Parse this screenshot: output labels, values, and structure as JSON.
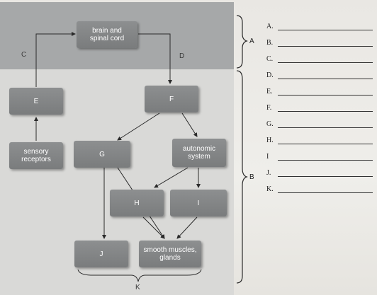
{
  "diagram": {
    "nodes": {
      "brain": "brain and\nspinal cord",
      "e": "E",
      "f": "F",
      "sensory": "sensory\nreceptors",
      "g": "G",
      "autonomic": "autonomic\nsystem",
      "h": "H",
      "i": "I",
      "j": "J",
      "smooth": "smooth muscles,\nglands"
    },
    "arrow_labels": {
      "c": "C",
      "d": "D"
    },
    "bracket_label": "K"
  },
  "groups": {
    "a": "A",
    "b": "B"
  },
  "answers": [
    "A.",
    "B.",
    "C.",
    "D.",
    "E.",
    "F.",
    "G.",
    "H.",
    "I",
    "J.",
    "K."
  ]
}
